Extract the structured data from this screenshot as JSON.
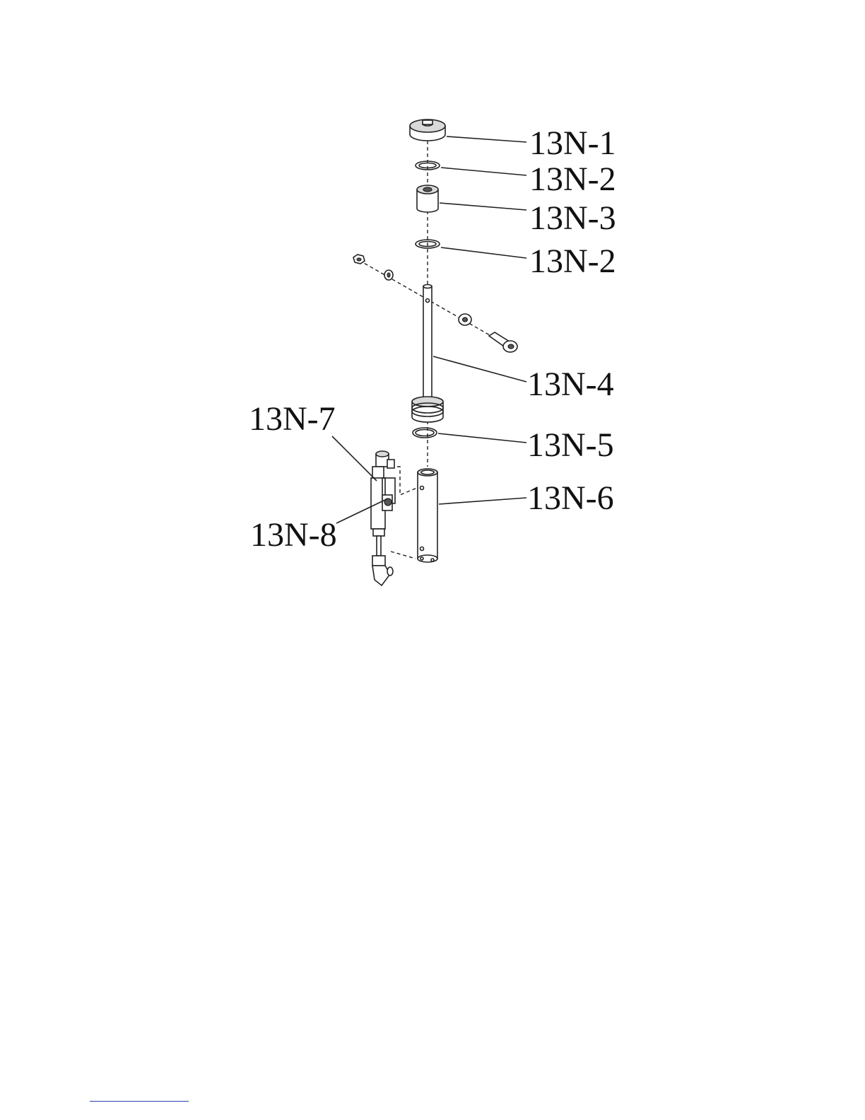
{
  "labels": {
    "n1": "13N-1",
    "n2a": "13N-2",
    "n3": "13N-3",
    "n2b": "13N-2",
    "n4": "13N-4",
    "n5": "13N-5",
    "n6": "13N-6",
    "n7": "13N-7",
    "n8": "13N-8"
  },
  "colors": {
    "ink": "#222222",
    "footnote_rule": "#2b3fb8"
  }
}
